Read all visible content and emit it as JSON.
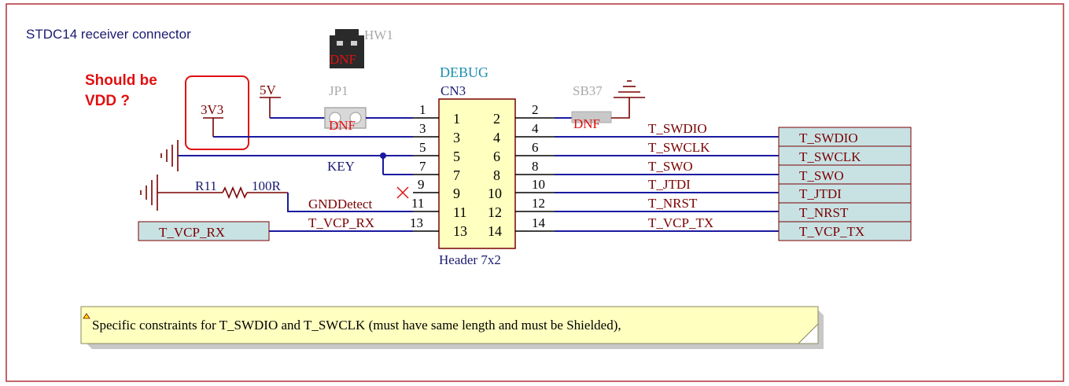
{
  "sheet": {
    "title": "STDC14 receiver connector",
    "note_red": [
      "Should be",
      "VDD ?"
    ]
  },
  "connector": {
    "function": "DEBUG",
    "refdes": "CN3",
    "value": "Header 7x2",
    "left_pins": [
      "1",
      "3",
      "5",
      "7",
      "9",
      "11",
      "13"
    ],
    "right_pins": [
      "2",
      "4",
      "6",
      "8",
      "10",
      "12",
      "14"
    ]
  },
  "left_wire_numbers": [
    "1",
    "3",
    "5",
    "7",
    "9",
    "11",
    "13"
  ],
  "right_wire_numbers": [
    "2",
    "4",
    "6",
    "8",
    "10",
    "12",
    "14"
  ],
  "power": {
    "v5": "5V",
    "v33": "3V3"
  },
  "parts": {
    "hw1": {
      "ref": "HW1",
      "dnf": "DNF"
    },
    "jp1": {
      "ref": "JP1",
      "dnf": "DNF"
    },
    "sb37": {
      "ref": "SB37",
      "dnf": "DNF"
    },
    "r11": {
      "ref": "R11",
      "value": "100R"
    }
  },
  "net_labels": {
    "key": "KEY",
    "gnddetect": "GNDDetect",
    "vcp_rx": "T_VCP_RX",
    "right": [
      "T_SWDIO",
      "T_SWCLK",
      "T_SWO",
      "T_JTDI",
      "T_NRST",
      "T_VCP_TX"
    ]
  },
  "ports": {
    "right": [
      "T_SWDIO",
      "T_SWCLK",
      "T_SWO",
      "T_JTDI",
      "T_NRST",
      "T_VCP_TX"
    ],
    "left": "T_VCP_RX"
  },
  "note": {
    "text": "Specific constraints for T_SWDIO and T_SWCLK (must have same length and must be Shielded),"
  },
  "colors": {
    "frame": "#b0303a",
    "wire": "#1a1aa0",
    "comp": "#7a0000",
    "port_fill": "#c8e2e4",
    "note_fill": "#ffffc0",
    "highlight_red": "#e01010",
    "designator_cyan": "#1a8fb0"
  }
}
